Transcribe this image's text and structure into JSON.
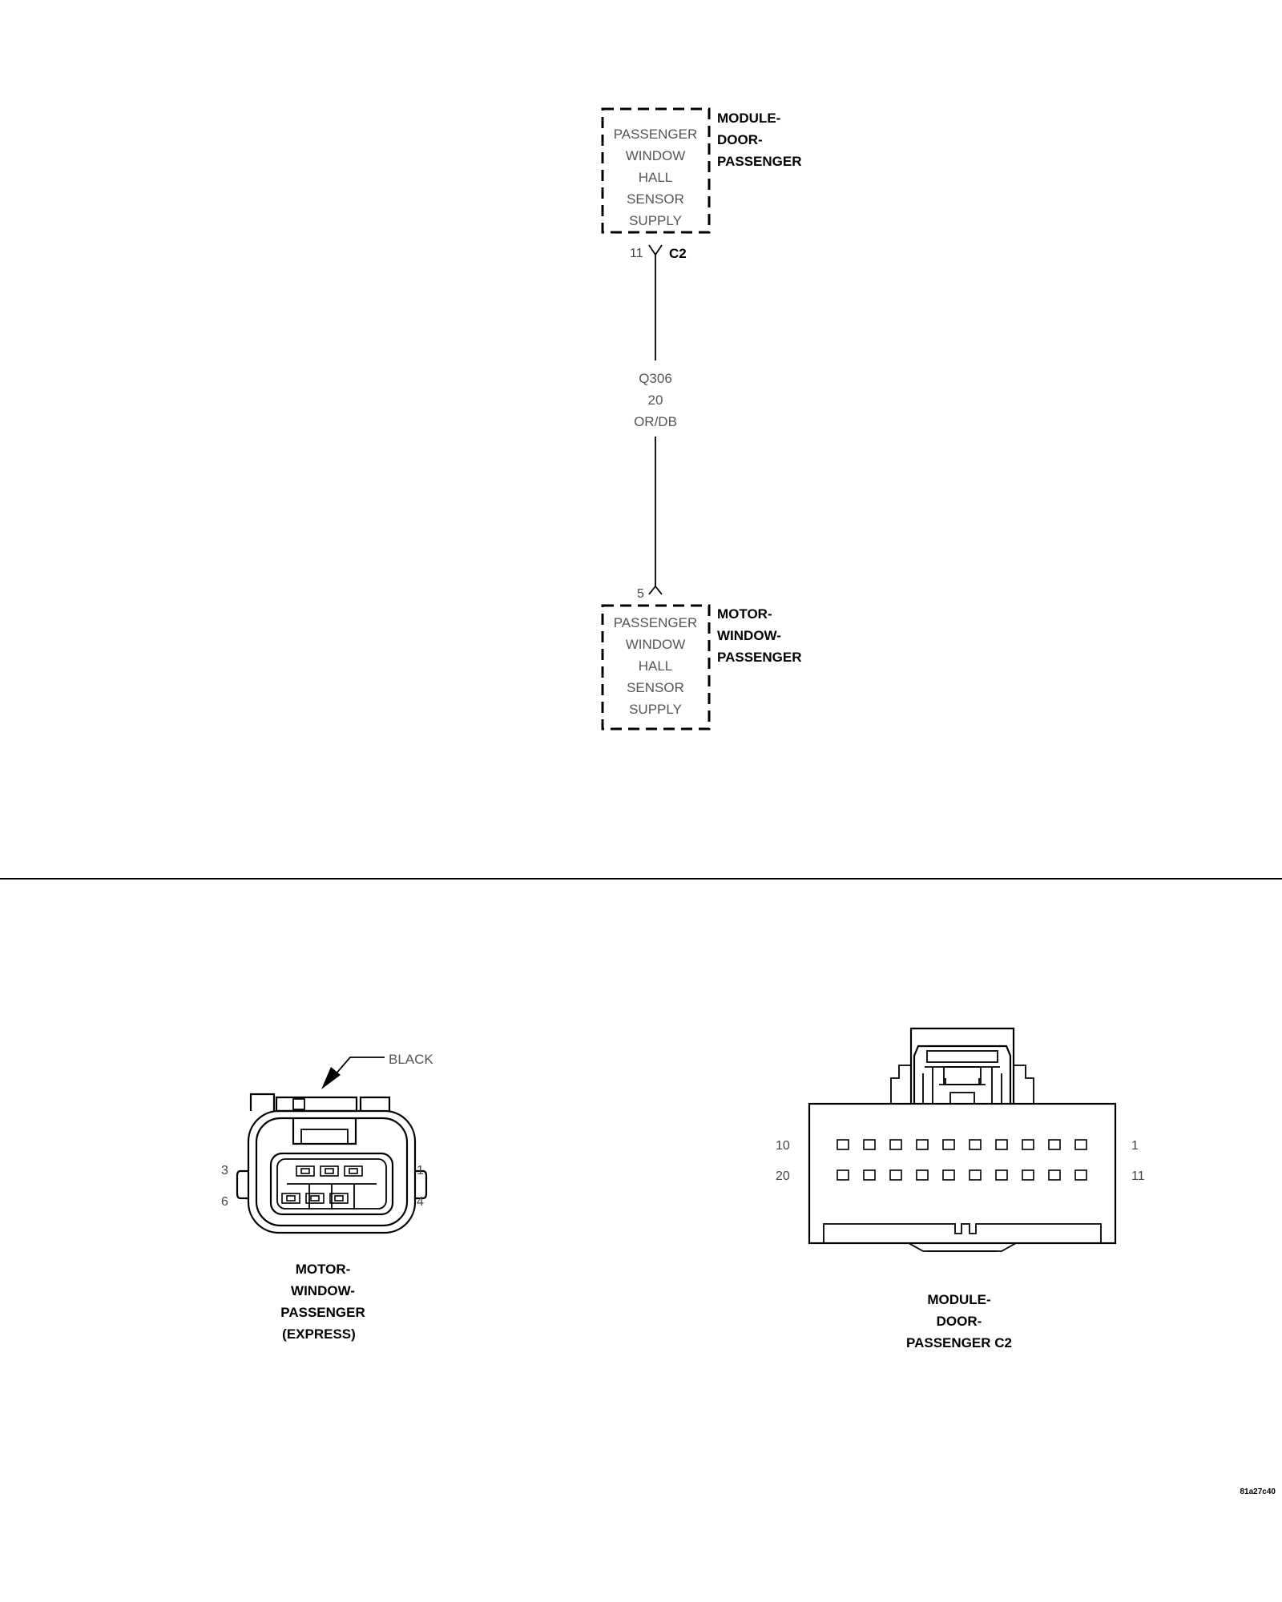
{
  "top_component": {
    "lines": [
      "PASSENGER",
      "WINDOW",
      "HALL",
      "SENSOR",
      "SUPPLY"
    ],
    "name_lines": [
      "MODULE-",
      "DOOR-",
      "PASSENGER"
    ],
    "pin": "11",
    "connector": "C2"
  },
  "wire": {
    "circuit": "Q306",
    "gauge": "20",
    "color": "OR/DB"
  },
  "bottom_component": {
    "lines": [
      "PASSENGER",
      "WINDOW",
      "HALL",
      "SENSOR",
      "SUPPLY"
    ],
    "name_lines": [
      "MOTOR-",
      "WINDOW-",
      "PASSENGER"
    ],
    "pin": "5"
  },
  "connector_motor": {
    "color_label": "BLACK",
    "pins": {
      "top_left": "3",
      "top_right": "1",
      "bottom_left": "6",
      "bottom_right": "4"
    },
    "title_lines": [
      "MOTOR-",
      "WINDOW-",
      "PASSENGER",
      "(EXPRESS)"
    ]
  },
  "connector_module": {
    "pins": {
      "top_left": "10",
      "top_right": "1",
      "bottom_left": "20",
      "bottom_right": "11"
    },
    "title_lines": [
      "MODULE-",
      "DOOR-",
      "PASSENGER C2"
    ]
  },
  "figure_id": "81a27c40"
}
